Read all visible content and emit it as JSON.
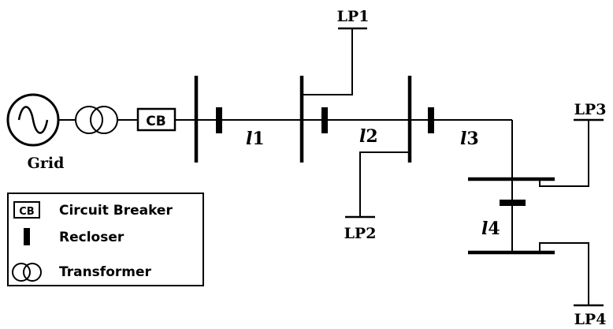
{
  "source": {
    "label": "Grid",
    "icon": "ac-source-icon"
  },
  "components": {
    "transformer_icon": "transformer-icon",
    "breaker_label": "CB"
  },
  "lines": {
    "l1": "l",
    "l1_num": "1",
    "l2": "l",
    "l2_num": "2",
    "l3": "l",
    "l3_num": "3",
    "l4": "l",
    "l4_num": "4"
  },
  "loads": {
    "lp1": "LP1",
    "lp2": "LP2",
    "lp3": "LP3",
    "lp4": "LP4"
  },
  "legend": {
    "items": [
      {
        "symbol": "CB",
        "label": "Circuit Breaker",
        "icon": "circuit-breaker-icon"
      },
      {
        "symbol": "",
        "label": "Recloser",
        "icon": "recloser-icon"
      },
      {
        "symbol": "",
        "label": "Transformer",
        "icon": "transformer-icon"
      }
    ]
  },
  "colors": {
    "stroke": "#000000",
    "background": "#ffffff"
  }
}
